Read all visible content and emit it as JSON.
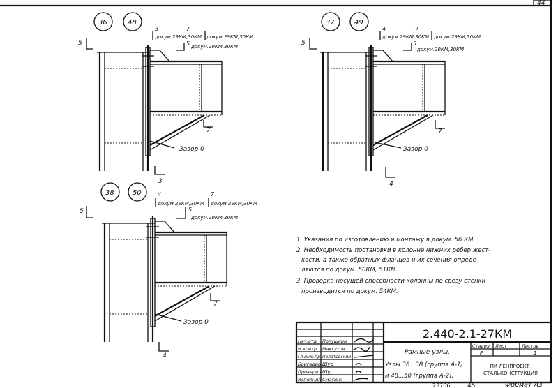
{
  "sheet_number": "44",
  "details": [
    {
      "nodes": [
        "36",
        "48"
      ],
      "section_left": "5",
      "callout_a_num": "3",
      "callout_a_text": "докум.29КМ,30КМ",
      "callout_b_num": "7",
      "callout_b_text": "докум.29КМ,30КМ",
      "callout_c_num": "5",
      "callout_c_text": "докум.29КМ,30КМ",
      "section_right": "7",
      "section_bottom": "3",
      "gap_label": "Зазор 0"
    },
    {
      "nodes": [
        "37",
        "49"
      ],
      "section_left": "5",
      "callout_a_num": "4",
      "callout_a_text": "докум.29КМ,30КМ",
      "callout_b_num": "7",
      "callout_b_text": "докум.29КМ,30КМ",
      "callout_c_num": "5",
      "callout_c_text": "докум.29КМ,30КМ",
      "section_right": "7",
      "section_bottom": "4",
      "gap_label": "Зазор 0"
    },
    {
      "nodes": [
        "38",
        "50"
      ],
      "section_left": "5",
      "callout_a_num": "4",
      "callout_a_text": "докум.29КМ,30КМ",
      "callout_b_num": "7",
      "callout_b_text": "докум.29КМ,30КМ",
      "callout_c_num": "5",
      "callout_c_text": "докум.29КМ,30КМ",
      "section_right": "7",
      "section_bottom": "4",
      "gap_label": "Зазор 0"
    }
  ],
  "notes": [
    "1. Указания по изготовлению и монтажу в докум. 56 КМ.",
    "2. Необходимость постановки в колонне нижних ребер жест-",
    "кости, а также обратных фланцев и их сечения опреде-",
    "ляются по докум. 50КМ, 51КМ.",
    "3. Проверка несущей способности колонны по срезу стенки",
    "производится по докум. 54КМ."
  ],
  "title_block": {
    "doc_code": "2.440-2.1-27КМ",
    "title": "Рамные узлы.",
    "subtitle_1": "Узлы 36...38 (группа А-1)",
    "subtitle_2": "и 48...50 (группа А-2).",
    "stage_header": "Стадия",
    "sheet_header": "Лист",
    "sheets_header": "Листов",
    "stage": "Р",
    "sheet": "",
    "sheets": "1",
    "org_1": "ПИ ЛЕНПРОЕКТ-",
    "org_2": "СТАЛЬКОНСТРУКЦИЯ",
    "signatures": [
      {
        "role": "Нач.отд.",
        "name": "Полушкин"
      },
      {
        "role": "Н.контр.",
        "name": "Максутов"
      },
      {
        "role": "Гл.инж.пр.",
        "name": "Полотовский"
      },
      {
        "role": "Бригадир",
        "name": "Шур"
      },
      {
        "role": "Проверил",
        "name": "Шур"
      },
      {
        "role": "Исполнил",
        "name": "Смагина"
      }
    ],
    "inventory_number": "23706",
    "page_index": "45",
    "format_label": "Формат А3"
  }
}
